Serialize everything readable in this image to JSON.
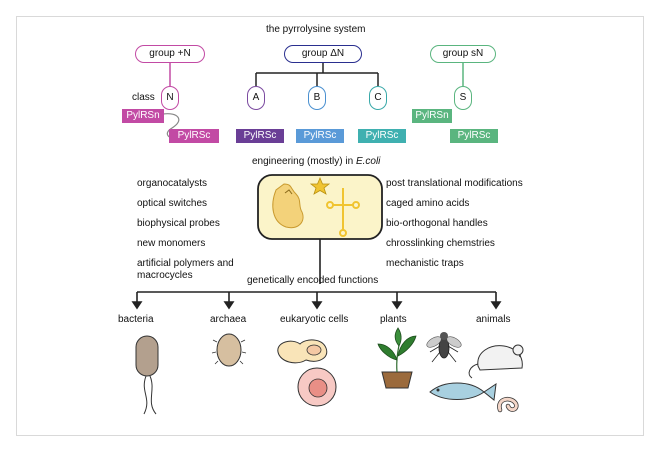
{
  "title": "the pyrrolysine system",
  "groups": [
    {
      "label": "group +N",
      "color": "#c24aa4"
    },
    {
      "label": "group ΔN",
      "color": "#2a2f8f"
    },
    {
      "label": "group sN",
      "color": "#5ab57f"
    }
  ],
  "class_label": "class",
  "classes": [
    {
      "label": "N",
      "color": "#c24aa4"
    },
    {
      "label": "A",
      "color": "#7b4aa0"
    },
    {
      "label": "B",
      "color": "#4a90d0"
    },
    {
      "label": "C",
      "color": "#38a8a8"
    },
    {
      "label": "S",
      "color": "#5ab57f"
    }
  ],
  "enzymes": [
    {
      "label": "PylRSn",
      "color": "#c24aa4"
    },
    {
      "label": "PylRSc",
      "color": "#c24aa4"
    },
    {
      "label": "PylRSc",
      "color": "#6a3e96"
    },
    {
      "label": "PylRSc",
      "color": "#5a9ad8"
    },
    {
      "label": "PylRSc",
      "color": "#3fb0b0"
    },
    {
      "label": "PylRSn",
      "color": "#5ab57f"
    },
    {
      "label": "PylRSc",
      "color": "#5ab57f"
    }
  ],
  "engineering": {
    "prefix": "engineering (mostly) in ",
    "organism": "E.coli"
  },
  "left_items": [
    "organocatalysts",
    "optical switches",
    "biophysical probes",
    "new monomers",
    "artificial polymers and",
    "macrocycles"
  ],
  "right_items": [
    "post translational modifications",
    "caged amino acids",
    "bio-orthogonal handles",
    "chrosslinking chemstries",
    "mechanistic traps"
  ],
  "functions_label": "genetically encoded functions",
  "organisms": [
    "bacteria",
    "archaea",
    "eukaryotic cells",
    "plants",
    "animals"
  ],
  "colors": {
    "cell_fill": "#fbf4c9",
    "cell_border": "#222222",
    "enzyme_blob": "#f3d27a",
    "star": "#f0c431",
    "trna": "#f0c431"
  }
}
